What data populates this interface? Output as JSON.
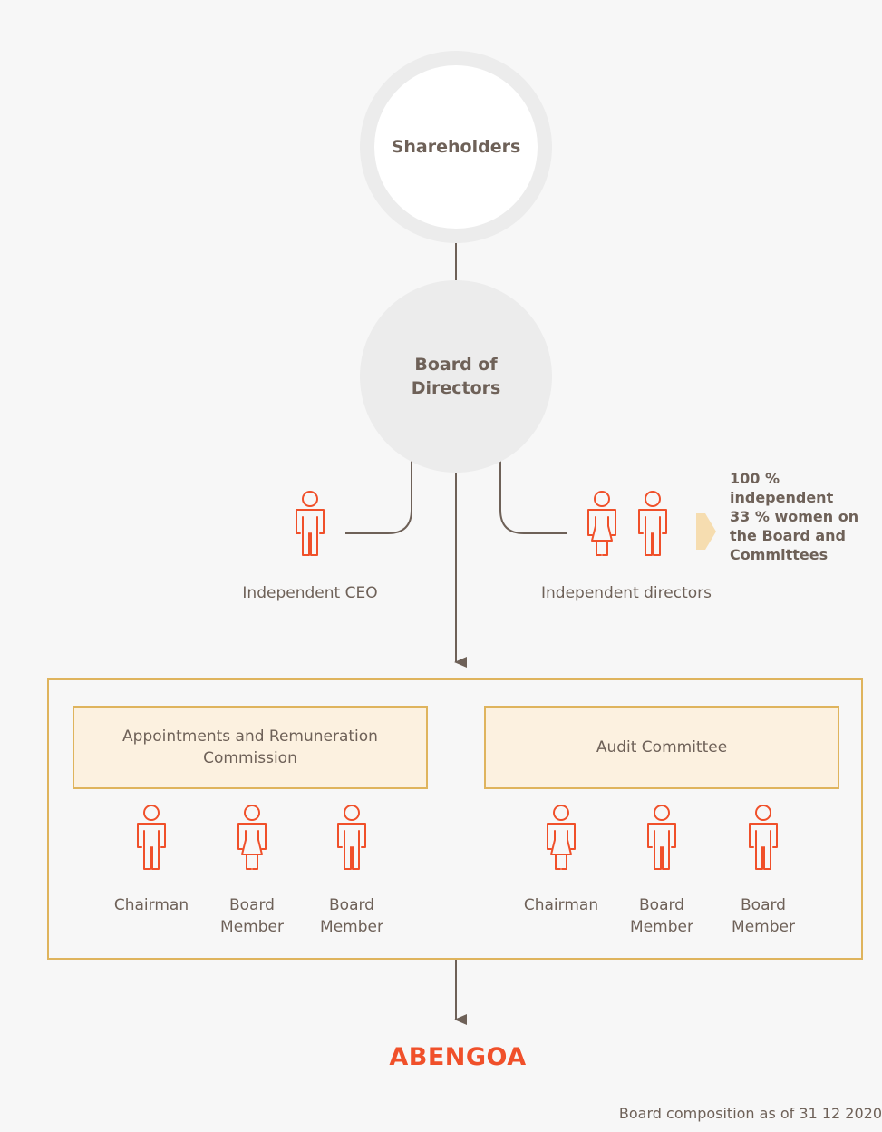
{
  "nodes": {
    "shareholders": "Shareholders",
    "board_line1": "Board of",
    "board_line2": "Directors"
  },
  "executives": {
    "ceo_label": "Independent CEO",
    "directors_label": "Independent directors",
    "stats": [
      "100 %",
      "independent",
      "33 % women on",
      "the Board and",
      "Committees"
    ]
  },
  "committees": [
    {
      "name_line1": "Appointments and Remuneration",
      "name_line2": "Commission",
      "members": [
        {
          "line1": "Chairman",
          "line2": "",
          "icon": "male-person-icon"
        },
        {
          "line1": "Board",
          "line2": "Member",
          "icon": "female-person-icon"
        },
        {
          "line1": "Board",
          "line2": "Member",
          "icon": "male-person-icon"
        }
      ]
    },
    {
      "name_line1": "Audit Committee",
      "name_line2": "",
      "members": [
        {
          "line1": "Chairman",
          "line2": "",
          "icon": "female-person-icon"
        },
        {
          "line1": "Board",
          "line2": "Member",
          "icon": "male-person-icon"
        },
        {
          "line1": "Board",
          "line2": "Member",
          "icon": "male-person-icon"
        }
      ]
    }
  ],
  "logo": "ABENGOA",
  "footnote": "Board composition as of 31 12 2020",
  "colors": {
    "person_icon": "#f0502a",
    "connector": "#6e6158",
    "committee_border": "#dfb45d",
    "committee_fill": "#fcf1e0",
    "stat_arrow": "#f6ddb0"
  }
}
